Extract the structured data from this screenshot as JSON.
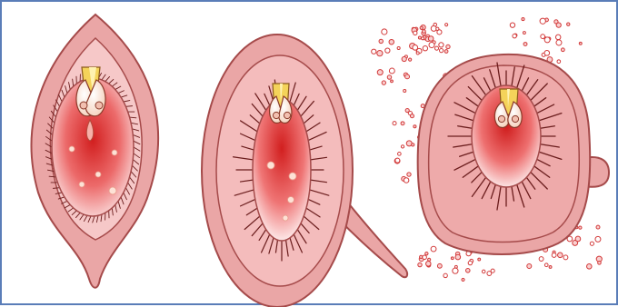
{
  "figure": {
    "colors": {
      "frame": "#5a7db8",
      "capsule_fill": "#eaa6a6",
      "capsule_outline": "#a54a4a",
      "inner_layer": "#f6c8c8",
      "cavity_core": "#d21f1f",
      "cavity_edge": "#fbe3e3",
      "spine": "#6b1d1d",
      "embryo_yellow": "#f4d35a",
      "embryo_cream": "#fff2e6",
      "debris": "#d23a3a"
    },
    "panels": [
      {
        "id": "left",
        "shape": "almond",
        "features": [
          "hairs",
          "paired-embryos",
          "droplet",
          "vesicles"
        ]
      },
      {
        "id": "middle",
        "shape": "oval-with-tail",
        "features": [
          "spines",
          "paired-embryos",
          "vesicles"
        ]
      },
      {
        "id": "right",
        "shape": "round-with-knob",
        "features": [
          "spines",
          "paired-embryos",
          "scattered-granules"
        ]
      }
    ]
  }
}
